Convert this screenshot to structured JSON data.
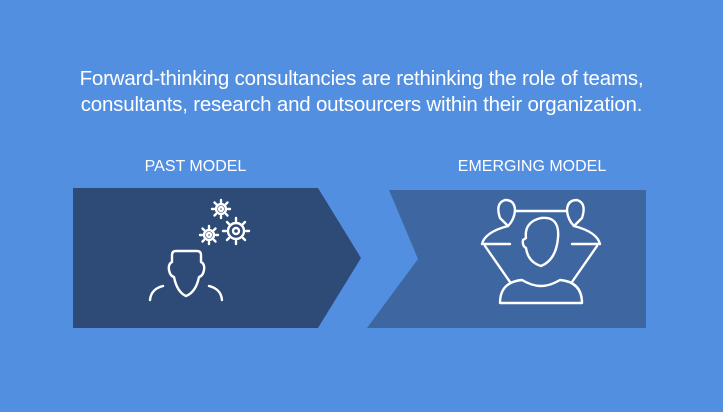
{
  "headline": {
    "line1": "Forward-thinking consultancies are rethinking the role of teams,",
    "line2": "consultants, research and outsourcers within their organization."
  },
  "models": [
    {
      "label": "PAST MODEL",
      "color": "#2e4b77",
      "icon": "person-with-gears-icon"
    },
    {
      "label": "EMERGING MODEL",
      "color": "#3e66a0",
      "icon": "connected-team-icon"
    }
  ],
  "colors": {
    "background": "#528fe0",
    "icon_stroke": "#ffffff"
  }
}
